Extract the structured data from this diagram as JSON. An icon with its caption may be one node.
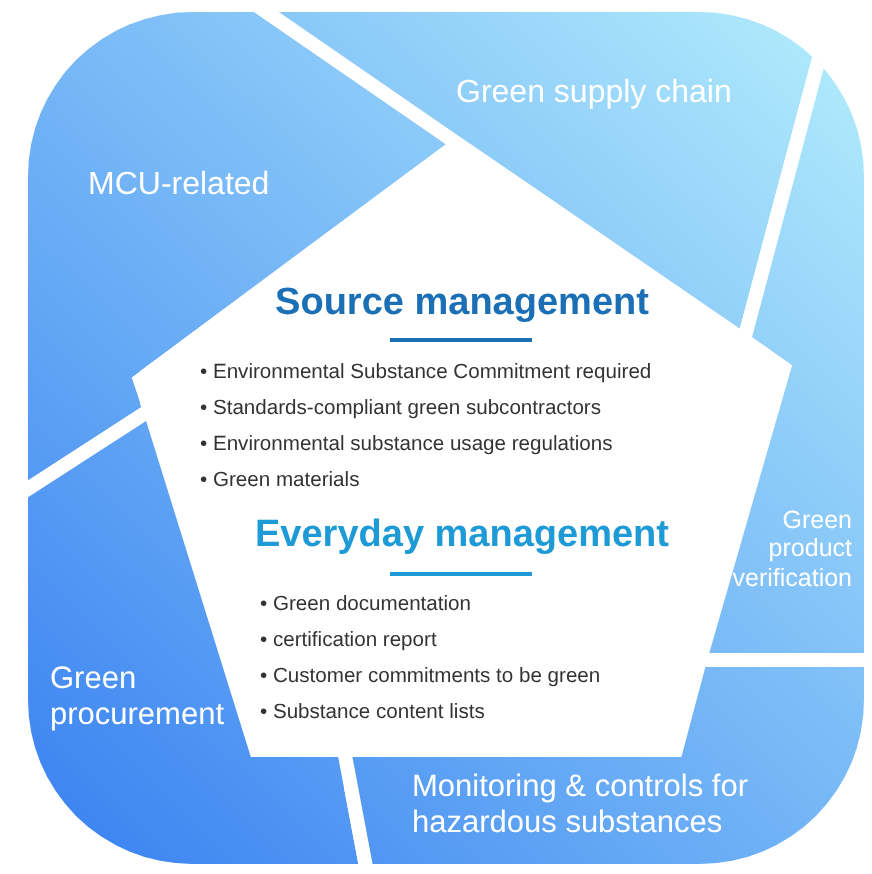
{
  "diagram": {
    "nodes": [
      {
        "text": [
          "MCU-related"
        ]
      },
      {
        "text": [
          "Green supply chain"
        ]
      },
      {
        "text": [
          "Source management",
          "• Environmental Substance Commitment required",
          "• Standards-compliant green subcontractors",
          "• Environmental substance usage regulations",
          "• Green materials",
          "Everyday management",
          "• Green documentation",
          "• certification report",
          "• Customer commitments to be green",
          "• Substance content lists"
        ]
      },
      {
        "text": [
          "Green product verification"
        ]
      },
      {
        "text": [
          "Green procurement"
        ]
      },
      {
        "text": [
          "Monitoring & controls for hazardous substances"
        ]
      }
    ]
  }
}
